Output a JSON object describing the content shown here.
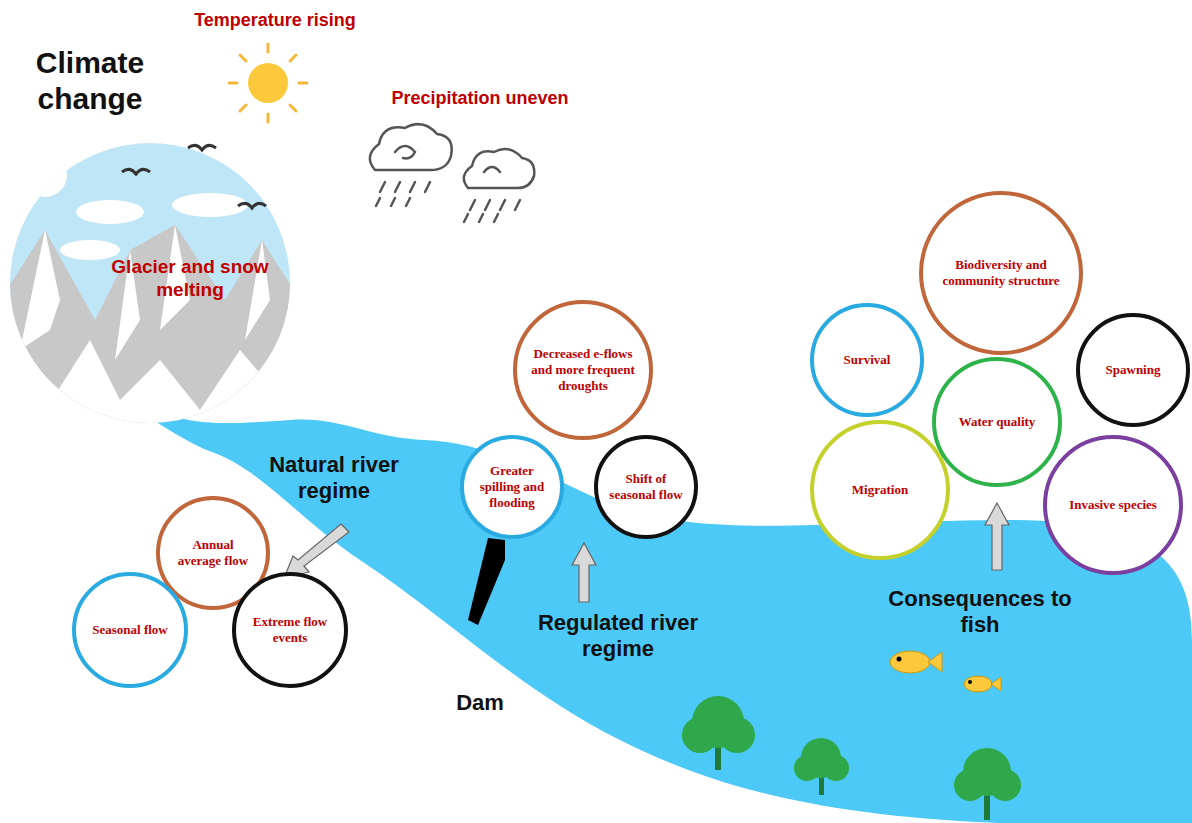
{
  "diagram": {
    "nodes": [
      {
        "text": [
          "Annual average flow"
        ]
      },
      {
        "text": [
          "Seasonal flow"
        ]
      },
      {
        "text": [
          "Extreme flow events"
        ]
      },
      {
        "text": [
          "Decreased e-flows and more frequent droughts"
        ]
      },
      {
        "text": [
          "Greater spilling and flooding"
        ]
      },
      {
        "text": [
          "Shift of seasonal flow"
        ]
      },
      {
        "text": [
          "Biodiversity and community structure"
        ]
      },
      {
        "text": [
          "Survival"
        ]
      },
      {
        "text": [
          "Spawning"
        ]
      },
      {
        "text": [
          "Water quality"
        ]
      },
      {
        "text": [
          "Migration"
        ]
      },
      {
        "text": [
          "Invasive species"
        ]
      }
    ],
    "labels": [
      "Climate change",
      "Temperature rising",
      "Precipitation uneven",
      "Glacier and snow melting",
      "Natural river regime",
      "Regulated river regime",
      "Dam",
      "Consequences to fish"
    ]
  }
}
